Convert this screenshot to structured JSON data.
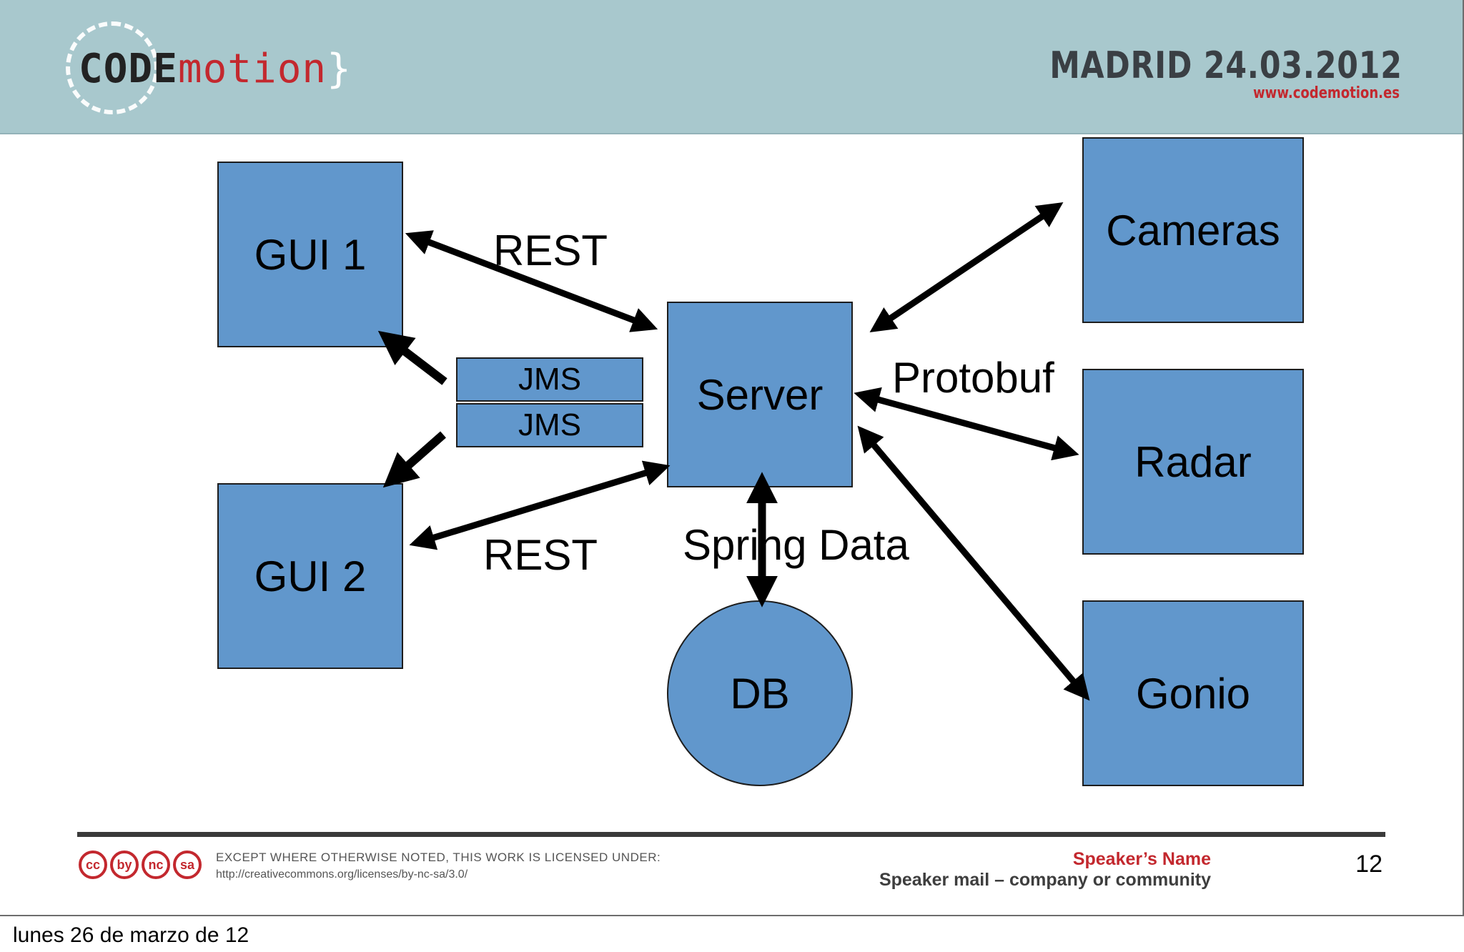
{
  "header": {
    "logo": {
      "part1": "CODE",
      "part2": "motion",
      "part3": "}"
    },
    "city_date": "MADRID 24.03.2012",
    "url": "www.codemotion.es"
  },
  "diagram": {
    "nodes": {
      "gui1": "GUI 1",
      "gui2": "GUI 2",
      "jms1": "JMS",
      "jms2": "JMS",
      "server": "Server",
      "db": "DB",
      "cameras": "Cameras",
      "radar": "Radar",
      "gonio": "Gonio"
    },
    "labels": {
      "rest_top": "REST",
      "rest_bottom": "REST",
      "protobuf": "Protobuf",
      "spring_data": "Spring Data"
    }
  },
  "footer": {
    "license_line1": "EXCEPT WHERE OTHERWISE NOTED, THIS WORK IS LICENSED UNDER:",
    "license_line2": "http://creativecommons.org/licenses/by-nc-sa/3.0/",
    "cc_icons": [
      "cc",
      "by",
      "nc",
      "sa"
    ],
    "speaker_name": "Speaker’s Name",
    "speaker_mail": "Speaker mail – company or community",
    "page_number": "12"
  },
  "caption": "lunes 26 de marzo de 12",
  "colors": {
    "header_bg": "#a8c8cd",
    "box_fill": "#6197cc",
    "accent_red": "#c3282e"
  }
}
